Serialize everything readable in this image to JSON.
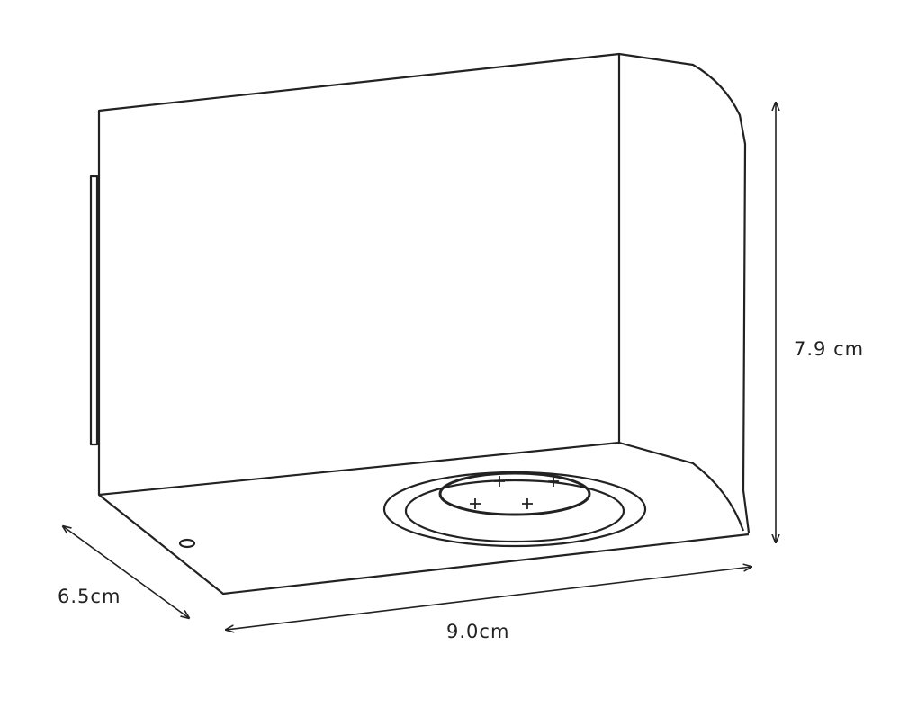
{
  "dimensions": {
    "height": "7.9 cm",
    "width": "9.0cm",
    "depth": "6.5cm"
  },
  "colors": {
    "line": "#222222",
    "background": "#ffffff"
  }
}
